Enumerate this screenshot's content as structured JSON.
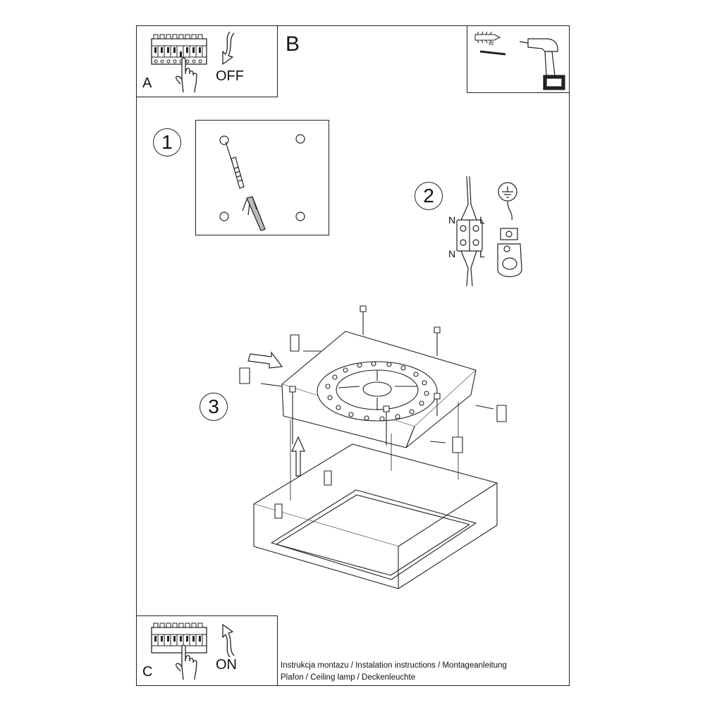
{
  "panel_a": {
    "letter": "A",
    "switch_label": "OFF"
  },
  "panel_b": {
    "letter": "B",
    "anchor_quantity": "x2"
  },
  "panel_c": {
    "letter": "C",
    "switch_label": "ON"
  },
  "steps": [
    {
      "number": "1"
    },
    {
      "number": "2",
      "terminal_labels": [
        "N",
        "L",
        "N",
        "L"
      ]
    },
    {
      "number": "3"
    }
  ],
  "caption": {
    "line1": "Instrukcja montazu / Instalation instructions / Montageanleitung",
    "line2": "Plafon / Ceiling lamp / Deckenleuchte"
  },
  "icons": [
    "circuit-breaker-icon",
    "hand-icon",
    "curved-arrow-icon",
    "wall-plug-icon",
    "drill-icon",
    "ground-symbol-icon",
    "terminal-block-icon",
    "screw-icon"
  ]
}
